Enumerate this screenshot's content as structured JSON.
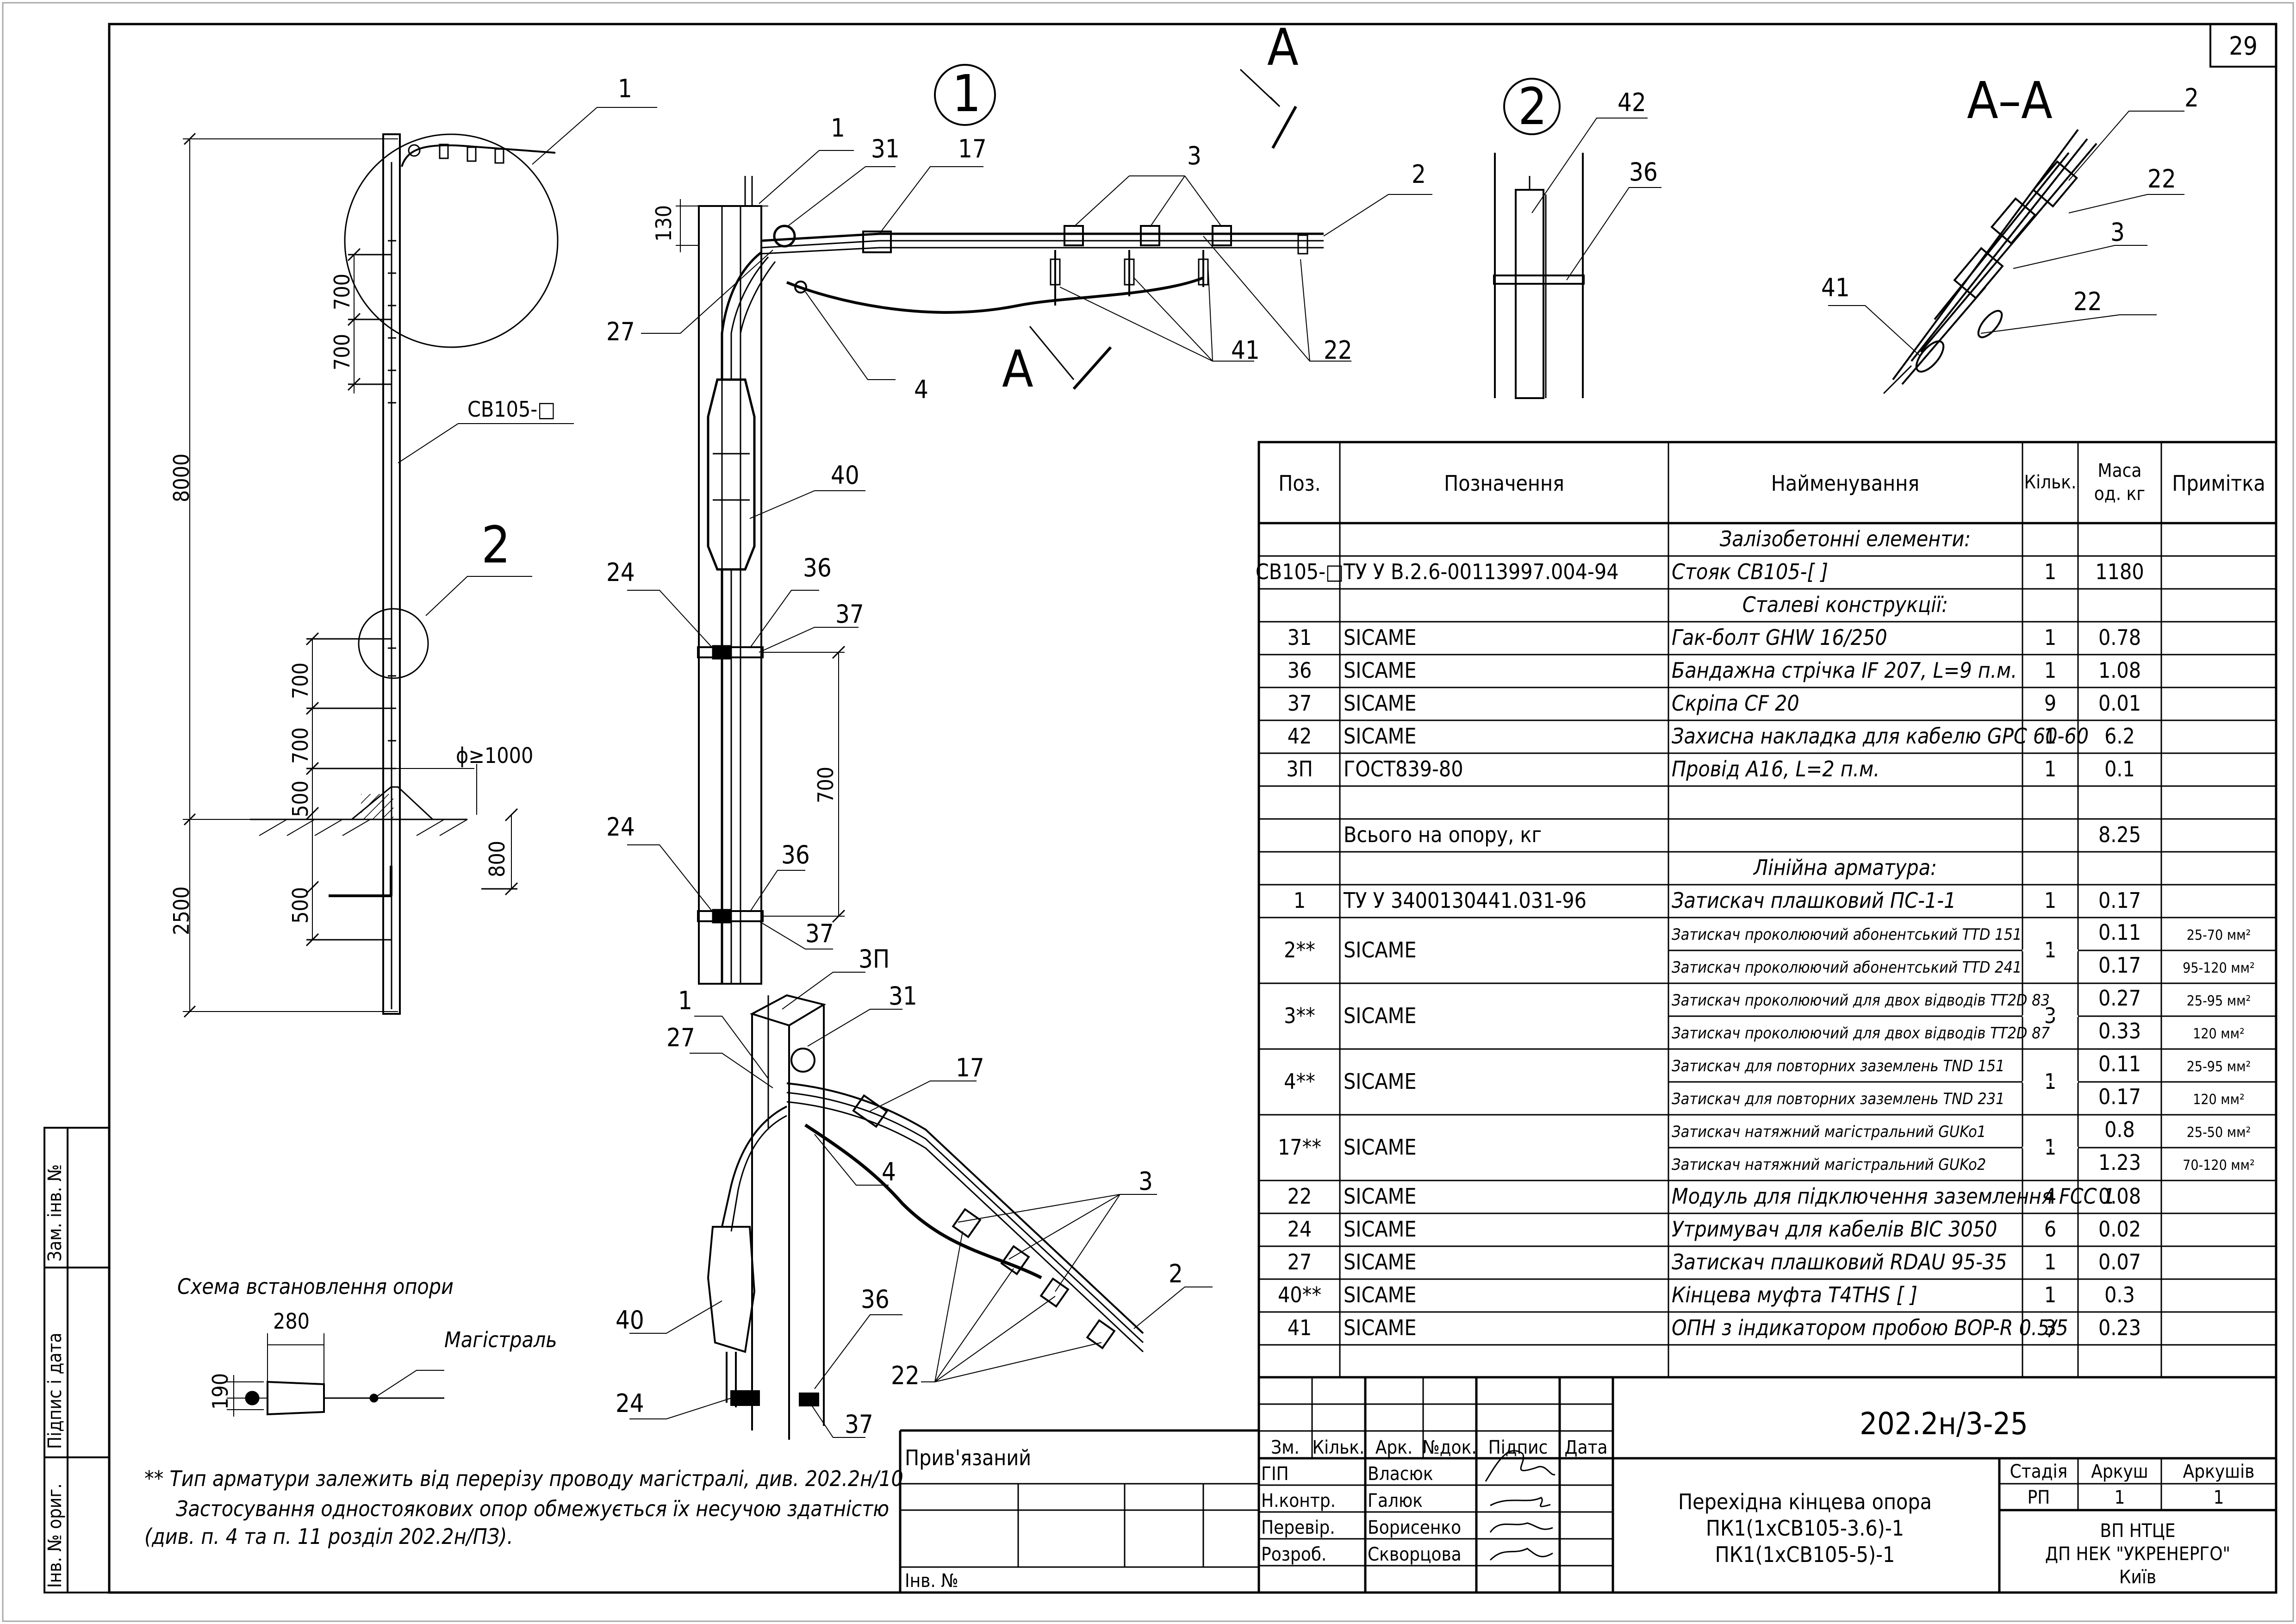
{
  "sheet_number": "29",
  "view_labels": {
    "view1": "1",
    "view2": "2",
    "section": "А–А",
    "section_mark": "А"
  },
  "elevation_labels": {
    "height_total": "8000",
    "height_ground": "2500",
    "top_spacing_1": "700",
    "top_spacing_2": "700",
    "mid_spacing_1": "700",
    "mid_spacing_2": "700",
    "mid_spacing_3": "500",
    "below_ground": "500",
    "bank_depth": "800",
    "bank_diameter": "ϕ≥1000",
    "pole_label": "СВ105-□",
    "leader_1": "1",
    "leader_2": "2"
  },
  "view1_labels": {
    "h130": "130",
    "h700": "700",
    "p1": "1",
    "p31": "31",
    "p17": "17",
    "p3": "3",
    "p2": "2",
    "p27": "27",
    "p4": "4",
    "p41": "41",
    "p22": "22",
    "p40": "40",
    "p24a": "24",
    "p36": "36",
    "p37": "37",
    "p24b": "24",
    "p36b": "36",
    "p37b": "37"
  },
  "view2_labels": {
    "p42": "42",
    "p36": "36"
  },
  "section_labels": {
    "p2": "2",
    "p22a": "22",
    "p3": "3",
    "p22b": "22",
    "p41": "41"
  },
  "iso_labels": {
    "p3P": "3П",
    "p31": "31",
    "p1": "1",
    "p27": "27",
    "p17": "17",
    "p4": "4",
    "p3": "3",
    "p2": "2",
    "p40": "40",
    "p36": "36",
    "p22": "22",
    "p24": "24",
    "p37": "37"
  },
  "scheme": {
    "title": "Схема встановлення опори",
    "d280": "280",
    "d190": "190",
    "line": "Магістраль"
  },
  "notes": {
    "line1": "** Тип арматури залежить від перерізу проводу магістралі, див. 202.2н/10",
    "line2": "Застосування одностоякових опор обмежується їх несучою здатністю",
    "line3": "(див. п. 4 та п. 11 розділ 202.2н/ПЗ)."
  },
  "spec": {
    "headers": {
      "pos": "Поз.",
      "designation": "Позначення",
      "name": "Найменування",
      "qty": "Кільк.",
      "mass1": "Маса",
      "mass2": "од. кг",
      "note": "Примітка"
    },
    "rows": [
      {
        "type": "group",
        "name": "Залізобетонні елементи:"
      },
      {
        "pos": "СВ105-□",
        "des": "ТУ У В.2.6-00113997.004-94",
        "name": "Стояк СВ105-[      ]",
        "qty": "1",
        "mass": "1180",
        "note": ""
      },
      {
        "type": "group",
        "name": "Сталеві конструкції:"
      },
      {
        "pos": "31",
        "des": "SICAME",
        "name": "Гак-болт GHW 16/250",
        "qty": "1",
        "mass": "0.78",
        "note": ""
      },
      {
        "pos": "36",
        "des": "SICAME",
        "name": "Бандажна стрічка IF 207, L=9 п.м.",
        "qty": "1",
        "mass": "1.08",
        "note": ""
      },
      {
        "pos": "37",
        "des": "SICAME",
        "name": "Скріпа CF 20",
        "qty": "9",
        "mass": "0.01",
        "note": ""
      },
      {
        "pos": "42",
        "des": "SICAME",
        "name": "Захисна накладка для кабелю GPC 60-60",
        "qty": "1",
        "mass": "6.2",
        "note": ""
      },
      {
        "pos": "3П",
        "des": "ГОСТ839-80",
        "name": "Провід А16, L=2 п.м.",
        "qty": "1",
        "mass": "0.1",
        "note": ""
      },
      {
        "type": "blank"
      },
      {
        "pos": "",
        "des": "Всього на опору, кг",
        "name": "",
        "qty": "",
        "mass": "8.25",
        "note": ""
      },
      {
        "type": "group",
        "name": "Лінійна арматура:"
      },
      {
        "pos": "1",
        "des": "ТУ У 3400130441.031-96",
        "name": "Затискач плашковий ПС-1-1",
        "qty": "1",
        "mass": "0.17",
        "note": ""
      }
    ],
    "pair_rows": [
      {
        "pos": "2**",
        "des": "SICAME",
        "qty": "1",
        "sub": [
          {
            "name": "Затискач проколюючий абонентський TTD 151",
            "mass": "0.11",
            "note": "25-70 мм²"
          },
          {
            "name": "Затискач проколюючий абонентський TTD 241",
            "mass": "0.17",
            "note": "95-120 мм²"
          }
        ]
      },
      {
        "pos": "3**",
        "des": "SICAME",
        "qty": "3",
        "sub": [
          {
            "name": "Затискач проколюючий для двох відводів TT2D 83",
            "mass": "0.27",
            "note": "25-95 мм²"
          },
          {
            "name": "Затискач проколюючий для двох відводів TT2D 87",
            "mass": "0.33",
            "note": "120 мм²"
          }
        ]
      },
      {
        "pos": "4**",
        "des": "SICAME",
        "qty": "1",
        "sub": [
          {
            "name": "Затискач для повторних заземлень TND 151",
            "mass": "0.11",
            "note": "25-95 мм²"
          },
          {
            "name": "Затискач для повторних заземлень TND 231",
            "mass": "0.17",
            "note": "120 мм²"
          }
        ]
      },
      {
        "pos": "17**",
        "des": "SICAME",
        "qty": "1",
        "sub": [
          {
            "name": "Затискач натяжний магістральний GUKo1",
            "mass": "0.8",
            "note": "25-50 мм²"
          },
          {
            "name": "Затискач натяжний магістральний GUKo2",
            "mass": "1.23",
            "note": "70-120 мм²"
          }
        ]
      }
    ],
    "tail_rows": [
      {
        "pos": "22",
        "des": "SICAME",
        "name": "Модуль для підключення заземлення FCC 1",
        "qty": "4",
        "mass": "0.08"
      },
      {
        "pos": "24",
        "des": "SICAME",
        "name": "Утримувач для кабелів BIC 3050",
        "qty": "6",
        "mass": "0.02"
      },
      {
        "pos": "27",
        "des": "SICAME",
        "name": "Затискач плашковий RDAU 95-35",
        "qty": "1",
        "mass": "0.07"
      },
      {
        "pos": "40**",
        "des": "SICAME",
        "name": "Кінцева муфта T4THS [          ]",
        "qty": "1",
        "mass": "0.3"
      },
      {
        "pos": "41",
        "des": "SICAME",
        "name": "ОПН з індикатором пробою BOP-R 0.5/5",
        "qty": "3",
        "mass": "0.23"
      }
    ]
  },
  "title_block": {
    "code": "202.2н/3-25",
    "cols": [
      "Зм.",
      "Кільк.",
      "Арк.",
      "№док.",
      "Підпис",
      "Дата"
    ],
    "roles": [
      {
        "role": "ГІП",
        "name": "Власюк"
      },
      {
        "role": "Н.контр.",
        "name": "Галюк"
      },
      {
        "role": "Перевір.",
        "name": "Борисенко"
      },
      {
        "role": "Розроб.",
        "name": "Скворцова"
      }
    ],
    "title1": "Перехідна кінцева опора",
    "title2": "ПК1(1хСВ105-3.6)-1",
    "title3": "ПК1(1хСВ105-5)-1",
    "stage_h": "Стадія",
    "sheet_h": "Аркуш",
    "sheets_h": "Аркушів",
    "stage": "РП",
    "sheet": "1",
    "sheets": "1",
    "org1": "ВП НТЦЕ",
    "org2": "ДП НЕК \"УКРЕНЕРГО\"",
    "org3": "Київ",
    "linked": "Прив'язаний",
    "inv": "Інв. №"
  },
  "side_stamp": {
    "a": "Інв. № ориг.",
    "b": "Підпис і дата",
    "c": "Зам. інв. №"
  }
}
